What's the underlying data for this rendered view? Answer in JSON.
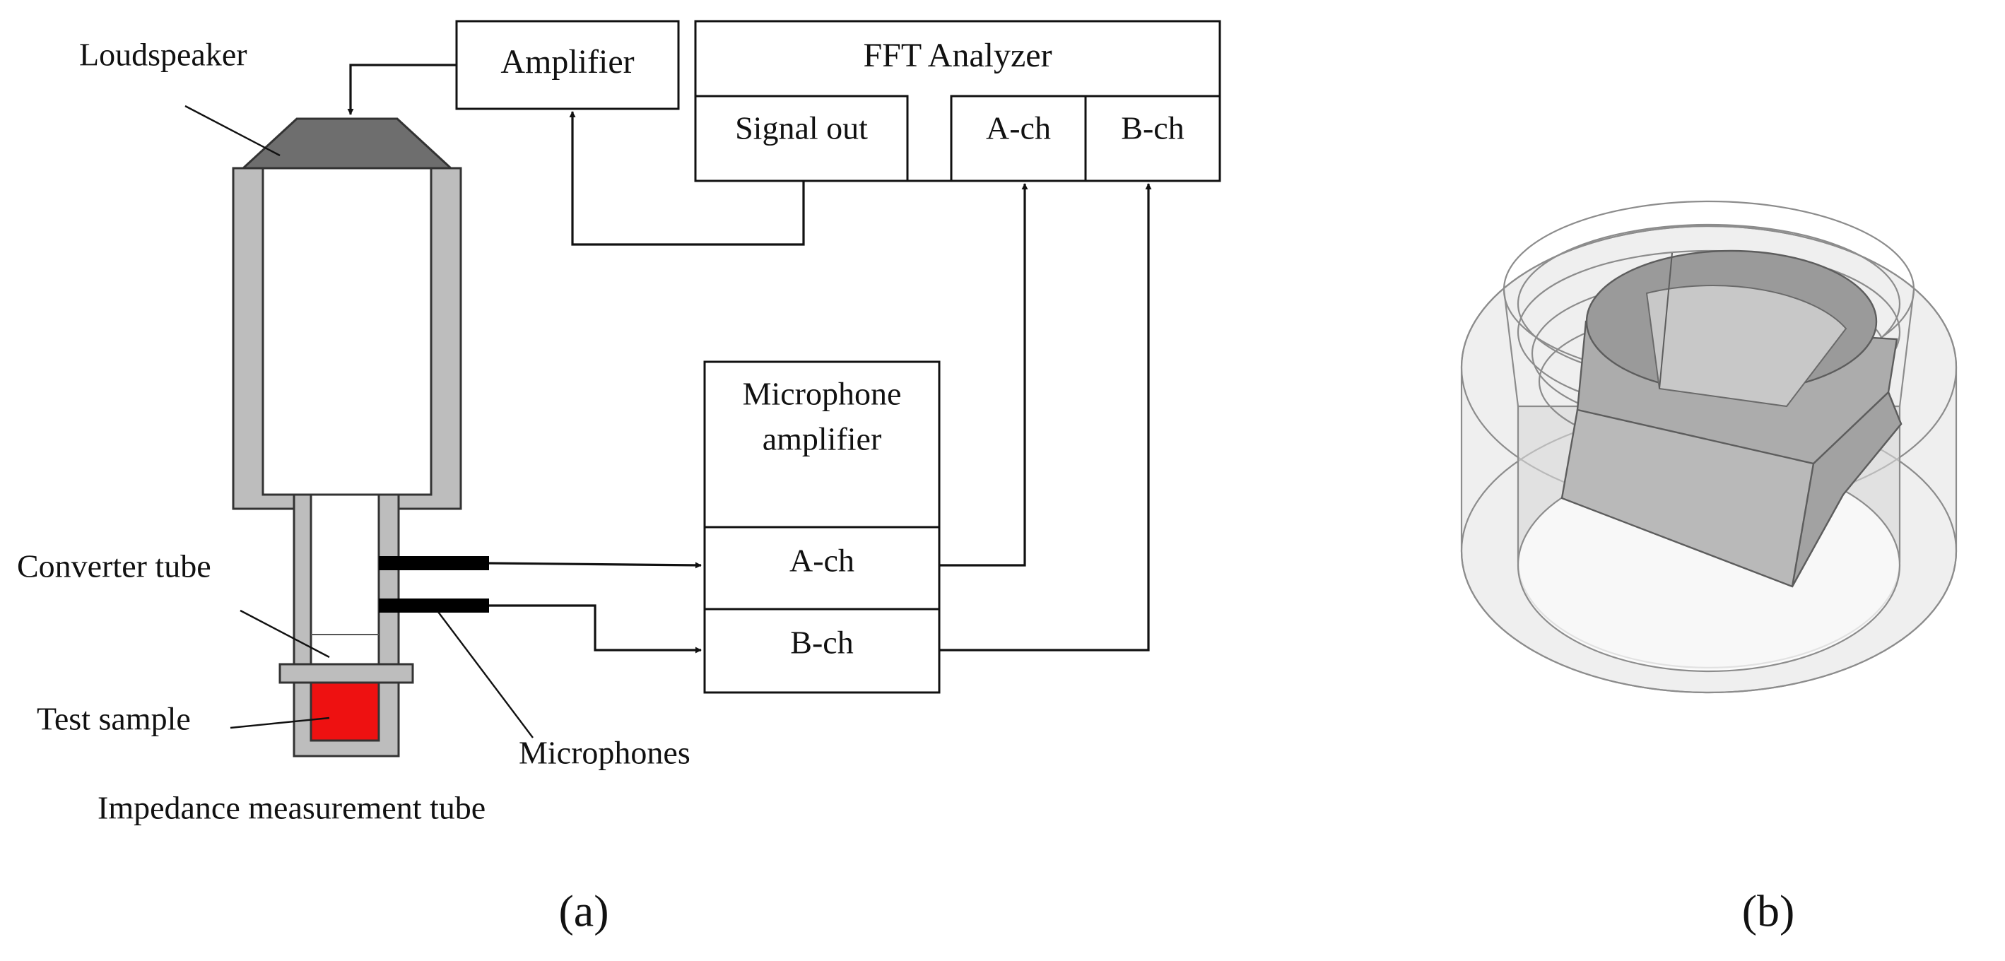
{
  "panel_a": {
    "caption": "(a)",
    "labels": {
      "loudspeaker": "Loudspeaker",
      "converter_tube": "Converter tube",
      "test_sample": "Test sample",
      "impedance_tube": "Impedance measurement tube",
      "microphones": "Microphones"
    },
    "amplifier": {
      "label": "Amplifier"
    },
    "fft_analyzer": {
      "label": "FFT Analyzer",
      "signal_out": "Signal out",
      "a_ch": "A-ch",
      "b_ch": "B-ch"
    },
    "mic_amplifier": {
      "label_line1": "Microphone",
      "label_line2": "amplifier",
      "a_ch": "A-ch",
      "b_ch": "B-ch"
    },
    "colors": {
      "sample": "#ee1111",
      "speaker": "#6e6e6e",
      "tube_wall": "#bdbdbd"
    }
  },
  "panel_b": {
    "caption": "(b)"
  }
}
